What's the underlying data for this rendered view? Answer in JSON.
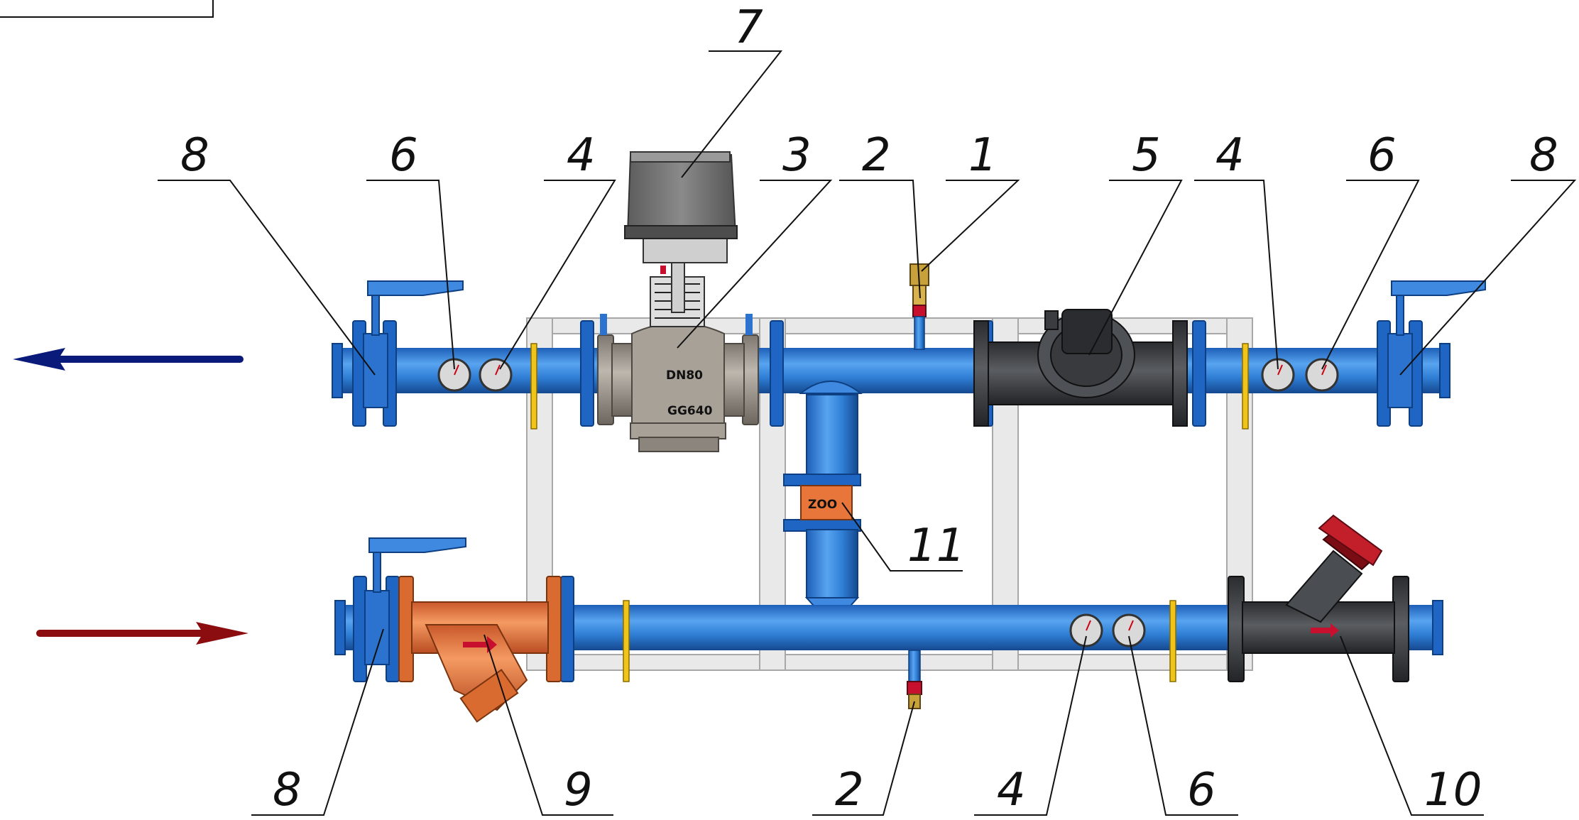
{
  "callouts": [
    {
      "id": "c1",
      "number": "1"
    },
    {
      "id": "c2a",
      "number": "2"
    },
    {
      "id": "c2b",
      "number": "2"
    },
    {
      "id": "c3",
      "number": "3"
    },
    {
      "id": "c4a",
      "number": "4"
    },
    {
      "id": "c4b",
      "number": "4"
    },
    {
      "id": "c4c",
      "number": "4"
    },
    {
      "id": "c5",
      "number": "5"
    },
    {
      "id": "c6a",
      "number": "6"
    },
    {
      "id": "c6b",
      "number": "6"
    },
    {
      "id": "c6c",
      "number": "6"
    },
    {
      "id": "c7",
      "number": "7"
    },
    {
      "id": "c8a",
      "number": "8"
    },
    {
      "id": "c8b",
      "number": "8"
    },
    {
      "id": "c8c",
      "number": "8"
    },
    {
      "id": "c9",
      "number": "9"
    },
    {
      "id": "c10",
      "number": "10"
    },
    {
      "id": "c11",
      "number": "11"
    }
  ],
  "valve_markings": {
    "dn": "DN80",
    "pn": "GG640"
  },
  "fitting_marking": "ZOO",
  "colors": {
    "pipe_blue": "#2f7fd6",
    "flange_blue": "#1f66c4",
    "strainer_orange": "#e8763a",
    "valve_grey": "#9a948c",
    "actuator_grey": "#6e6e6e",
    "dark_body": "#3b3d40",
    "balancing_red": "#c21f2a",
    "arrow_supply_return": "#0a1a7a",
    "arrow_inflow": "#8b0d10",
    "frame": "#e2e2e2"
  }
}
